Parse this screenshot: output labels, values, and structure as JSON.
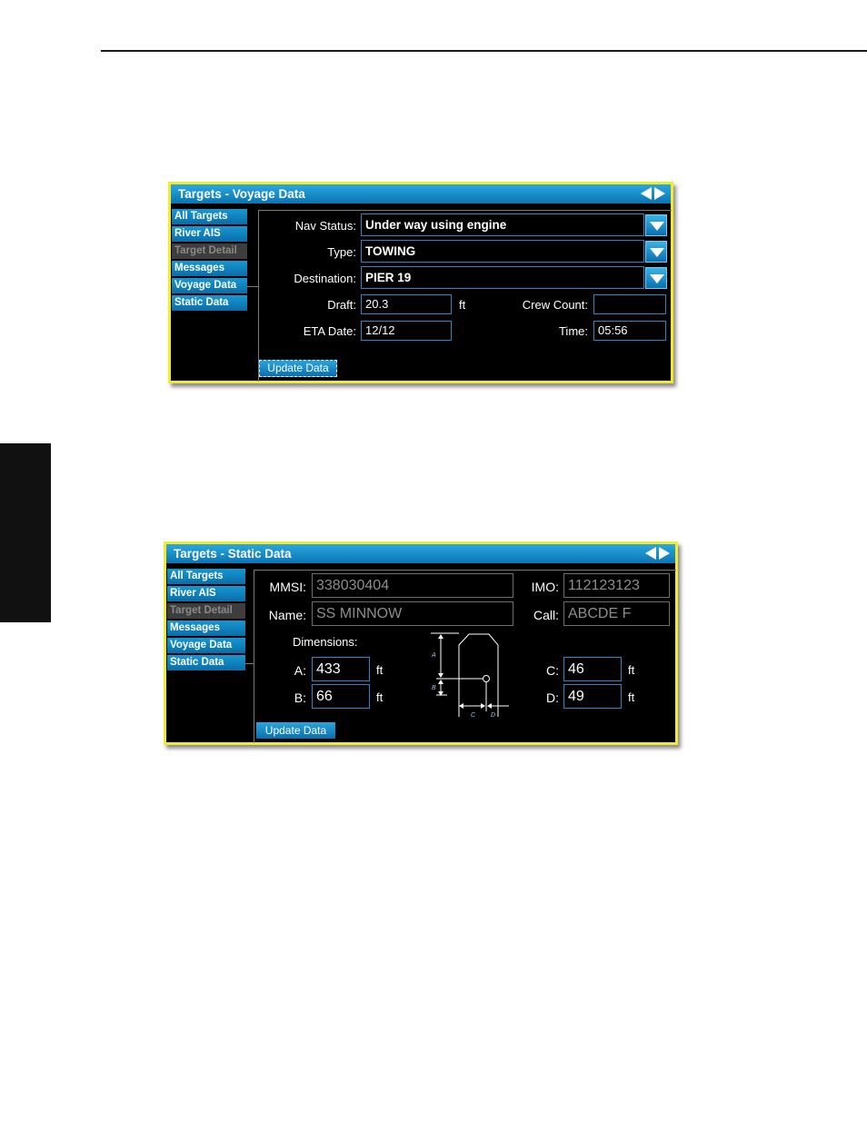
{
  "voyage_panel": {
    "title": "Targets - Voyage Data",
    "nav": [
      "All Targets",
      "River AIS",
      "Target Detail",
      "Messages",
      "Voyage Data",
      "Static Data"
    ],
    "nav_status_label": "Nav Status:",
    "nav_status_value": "Under way using engine",
    "type_label": "Type:",
    "type_value": "TOWING",
    "destination_label": "Destination:",
    "destination_value": "PIER 19",
    "draft_label": "Draft:",
    "draft_value": "20.3",
    "draft_unit": "ft",
    "crew_count_label": "Crew Count:",
    "crew_count_value": "",
    "eta_date_label": "ETA Date:",
    "eta_date_value": "12/12",
    "time_label": "Time:",
    "time_value": "05:56",
    "update_button": "Update Data"
  },
  "static_panel": {
    "title": "Targets - Static Data",
    "nav": [
      "All Targets",
      "River AIS",
      "Target Detail",
      "Messages",
      "Voyage Data",
      "Static Data"
    ],
    "mmsi_label": "MMSI:",
    "mmsi_value": "338030404",
    "imo_label": "IMO:",
    "imo_value": "112123123",
    "name_label": "Name:",
    "name_value": "SS MINNOW",
    "call_label": "Call:",
    "call_value": "ABCDE F",
    "dimensions_label": "Dimensions:",
    "a_label": "A:",
    "a_value": "433",
    "b_label": "B:",
    "b_value": "66",
    "c_label": "C:",
    "c_value": "46",
    "d_label": "D:",
    "d_value": "49",
    "unit": "ft",
    "diagram_labels": [
      "A",
      "B",
      "C",
      "D"
    ],
    "update_button": "Update Data"
  },
  "colors": {
    "border": "#f2ea2a",
    "accent": "#0a74b4",
    "background": "#000000"
  }
}
